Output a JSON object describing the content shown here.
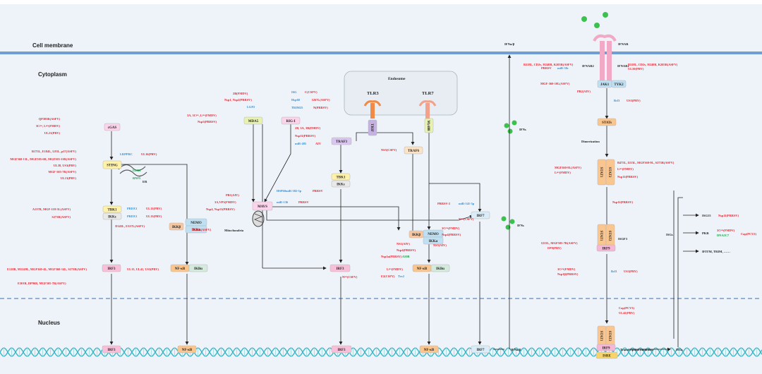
{
  "regions": {
    "cell_membrane": "Cell membrane",
    "cytoplasm": "Cytoplasm",
    "nucleus": "Nucleus",
    "endosome": "Endosome",
    "er": "ER",
    "mitochondria": "Mitochondria"
  },
  "nodes": {
    "cgas": "cGAS",
    "sting": "STING",
    "tbk1_a": "TBK1",
    "ikke_a": "IKKε",
    "irf3_a": "IRF3",
    "irf3_nuc_a": "IRF3",
    "ikkb_a": "IKKβ",
    "nemo_a": "NEMO",
    "ikka_a": "IKKα",
    "nfkb_a": "NF-κB",
    "ikba_a": "IKBα",
    "nfkb_nuc_a": "NF-κB",
    "mda5": "MDA5",
    "rigi": "RIG-I",
    "mavs": "MAVS",
    "irf3_b": "IRF3",
    "irf3_nuc_b": "IRF3",
    "tlr3": "TLR3",
    "tlr7": "TLR7",
    "trif": "TRIF",
    "myd88": "Myd88",
    "traf3": "TRAF3",
    "traf6": "TRAF6",
    "tbk1_b": "TBK1",
    "ikke_b": "IKKε",
    "ikkb_b": "IKKβ",
    "nemo_b": "NEMO",
    "ikka_b": "IKKα",
    "nfkb_b": "NF-κB",
    "ikba_b": "IKBα",
    "nfkb_nuc_b": "NF-κB",
    "irf7": "IRF7",
    "irf7_nuc": "IRF7",
    "ifnab_a": "IFNα/β",
    "ifnab_b": "IFNα/β",
    "ifns_a": "IFNs",
    "ifns_b": "IFNs",
    "ifnar": "IFNAR",
    "ifnar2": "IFNAR2",
    "ifnar1": "IFNAR1",
    "jak1": "JAK1",
    "tyk2": "TYK2",
    "stats": "STATs",
    "stat1_a": "STAT1",
    "stat2_a": "STAT2",
    "stat1_b": "STAT1",
    "stat2_b": "STAT2",
    "irf9_a": "IRF9",
    "stat1_c": "STAT1",
    "stat2_c": "STAT2",
    "irf9_b": "IRF9",
    "isre": "ISRE",
    "isgf3": "ISGF3",
    "dimerization": "Dimerization",
    "transcription": "Transcription initiation",
    "isgs_a": "ISGs",
    "isgs_b": "ISGs",
    "isg15": "ISG15",
    "pkr": "PKR",
    "ifitm": "IFITM, TRIM, ……"
  },
  "regulators": [
    {
      "text": "QP383R(ASFV)",
      "cls": "red"
    },
    {
      "text": "3Cᵖʳᵒ, Lᵖʳᵒ(FMDV)",
      "cls": "red"
    },
    {
      "text": "UL21(PRV)",
      "cls": "red"
    },
    {
      "text": "B175L, E184L, L83L, p17(ASFV)",
      "cls": "red"
    },
    {
      "text": "MGF360-13L, MGF505-6R, MGF505-11R(ASFV)",
      "cls": "red"
    },
    {
      "text": "UL38, US3(PRV)",
      "cls": "red"
    },
    {
      "text": "MGF-505-7R(ASFV)",
      "cls": "red"
    },
    {
      "text": "UL13(PRV)",
      "cls": "red"
    },
    {
      "text": "LRPPRC",
      "cls": "blue"
    },
    {
      "text": "UL16(PRV)",
      "cls": "red"
    },
    {
      "text": "ULK1",
      "cls": "green"
    },
    {
      "text": "RNF5",
      "cls": "green"
    },
    {
      "text": "A137R, MGF-118-5L(ASFV)",
      "cls": "red"
    },
    {
      "text": "S273R(ASFV)",
      "cls": "red"
    },
    {
      "text": "PRDX1",
      "cls": "blue"
    },
    {
      "text": "UL13(PRV)",
      "cls": "red"
    },
    {
      "text": "PRDX1",
      "cls": "blue"
    },
    {
      "text": "UL13(PRV)",
      "cls": "red"
    },
    {
      "text": "D345L, E317L(ASFV)",
      "cls": "red"
    },
    {
      "text": "D345L(ASFV)",
      "cls": "red"
    },
    {
      "text": "E120R, M1249L, MGF360-4L, MGF360-14L, S273R(ASFV)",
      "cls": "red"
    },
    {
      "text": "UL13, UL41, US3(PRV)",
      "cls": "red"
    },
    {
      "text": "E301R, DP96R, MGF505-7R(ASFV)",
      "cls": "red"
    },
    {
      "text": "2B(FMDV)",
      "cls": "red"
    },
    {
      "text": "Nsp1, Nsp2(PRRSV)",
      "cls": "red"
    },
    {
      "text": "LGP2",
      "cls": "blue"
    },
    {
      "text": "3A, 3Cᵖʳᵒ, Lᵖʳᵒ(FMDV)",
      "cls": "red"
    },
    {
      "text": "Nsp5(PRRSV)",
      "cls": "red"
    },
    {
      "text": "ISG",
      "cls": "blue"
    },
    {
      "text": "C(CSFV)",
      "cls": "red"
    },
    {
      "text": "Hsp60",
      "cls": "blue"
    },
    {
      "text": "I267L(ASFV)",
      "cls": "red"
    },
    {
      "text": "TRIM25",
      "cls": "blue"
    },
    {
      "text": "N(PRRSV)",
      "cls": "red"
    },
    {
      "text": "2B, 3A, 3B(FMDV)",
      "cls": "red"
    },
    {
      "text": "Nsp11(PRRSV)",
      "cls": "red"
    },
    {
      "text": "miR-485",
      "cls": "blue"
    },
    {
      "text": "AIV",
      "cls": "red"
    },
    {
      "text": "PB1(AIV)",
      "cls": "red"
    },
    {
      "text": "3A,VP3(FMDV)",
      "cls": "red"
    },
    {
      "text": "Nsp4, Nsp11(PRRSV)",
      "cls": "red"
    },
    {
      "text": "HSP60",
      "cls": "blue"
    },
    {
      "text": "miR-382-5p",
      "cls": "blue"
    },
    {
      "text": "PRRSV",
      "cls": "red"
    },
    {
      "text": "miR-136",
      "cls": "blue"
    },
    {
      "text": "PRRSV",
      "cls": "red"
    },
    {
      "text": "NS5(CSFV)",
      "cls": "red"
    },
    {
      "text": "PRRSV-2",
      "cls": "red"
    },
    {
      "text": "miR-541-3p",
      "cls": "blue"
    },
    {
      "text": "Nᵖʳᵒ(CSFV)",
      "cls": "red"
    },
    {
      "text": "3Cᵖʳᵒ(FMDV)",
      "cls": "red"
    },
    {
      "text": "Nsp4(PRRSV)",
      "cls": "red"
    },
    {
      "text": "NS1(AIV)",
      "cls": "red"
    },
    {
      "text": "Nsp4(PRRSV)",
      "cls": "red"
    },
    {
      "text": "NS5(AIV)",
      "cls": "red"
    },
    {
      "text": "Nsp1α(PRRSV)",
      "cls": "red"
    },
    {
      "text": "A50R",
      "cls": "green"
    },
    {
      "text": "Lᵖʳᵒ(FMDV)",
      "cls": "red"
    },
    {
      "text": "E2(CSFV)",
      "cls": "red"
    },
    {
      "text": "Trx2",
      "cls": "blue"
    },
    {
      "text": "Nᵖʳᵒ(CSFV)",
      "cls": "red"
    },
    {
      "text": "B318L, CD2v, H240R, K205R(ASFV)",
      "cls": "red"
    },
    {
      "text": "B318L, CD2v, H240R, K205R(ASFV)",
      "cls": "red"
    },
    {
      "text": "PRRSV",
      "cls": "red"
    },
    {
      "text": "miR-30c",
      "cls": "blue"
    },
    {
      "text": "UL50(PRV)",
      "cls": "red"
    },
    {
      "text": "MGF-360-10L(ASFV)",
      "cls": "red"
    },
    {
      "text": "PB2(AIV)",
      "cls": "red"
    },
    {
      "text": "Bcl3",
      "cls": "blue"
    },
    {
      "text": "US3(PRV)",
      "cls": "red"
    },
    {
      "text": "MGF360-9L(ASFV)",
      "cls": "red"
    },
    {
      "text": "Lᵖʳᵒ(FMDV)",
      "cls": "red"
    },
    {
      "text": "B475L, I215L, MGF360-9L, S273R(ASFV)",
      "cls": "red"
    },
    {
      "text": "Lᵖʳᵒ(FMDV)",
      "cls": "red"
    },
    {
      "text": "Nsp11(PRRSV)",
      "cls": "red"
    },
    {
      "text": "Nsp11(PRRSV)",
      "cls": "red"
    },
    {
      "text": "I215L, MGF505-7R(ASFV)",
      "cls": "red"
    },
    {
      "text": "EP0(PRV)",
      "cls": "red"
    },
    {
      "text": "3Cᵖʳᵒ(FMDV)",
      "cls": "red"
    },
    {
      "text": "Nsp1β(PRRSV)",
      "cls": "red"
    },
    {
      "text": "Bcl3",
      "cls": "blue"
    },
    {
      "text": "US3(PRV)",
      "cls": "red"
    },
    {
      "text": "Cap(PCV3)",
      "cls": "red"
    },
    {
      "text": "UL42(PRV)",
      "cls": "red"
    },
    {
      "text": "Nsp11(PRRSV)",
      "cls": "red"
    },
    {
      "text": "3Cᵖʳᵒ(FMDV)",
      "cls": "red"
    },
    {
      "text": "DNAJC7",
      "cls": "green"
    },
    {
      "text": "Cap(PCV2)",
      "cls": "red"
    }
  ],
  "colors": {
    "background": "#eef3f9",
    "membrane": "#6f9fd2",
    "inhibitor_red": "#e0242e",
    "regulator_blue": "#2f8fd8",
    "promoter_green": "#1a9a4a",
    "dna": "#3bb7c7"
  }
}
